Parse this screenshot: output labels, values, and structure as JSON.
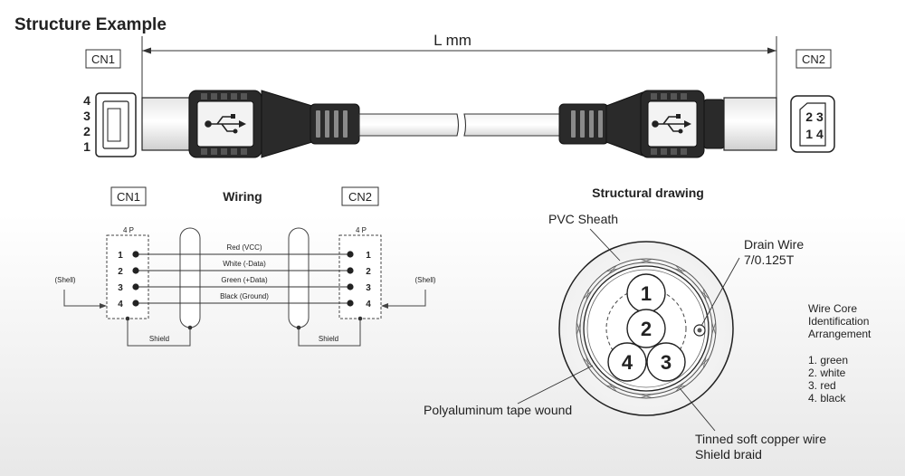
{
  "title": "Structure Example",
  "top": {
    "length_label": "L  mm",
    "cn1_label": "CN1",
    "cn2_label": "CN2",
    "cn1_pins": [
      "4",
      "3",
      "2",
      "1"
    ],
    "cn2_pins_top": "2 3",
    "cn2_pins_bottom": "1 4"
  },
  "wiring": {
    "title": "Wiring",
    "cn1_label": "CN1",
    "cn2_label": "CN2",
    "left_pin_count": "4 P",
    "right_pin_count": "4 P",
    "pins": [
      "1",
      "2",
      "3",
      "4"
    ],
    "wires": [
      "Red (VCC)",
      "White (-Data)",
      "Green (+Data)",
      "Black (Ground)"
    ],
    "left_shell": "(Shell)",
    "right_shell": "(Shell)",
    "left_shield": "Shield",
    "right_shield": "Shield"
  },
  "structural": {
    "title": "Structural drawing",
    "pvc_sheath": "PVC Sheath",
    "drain_wire": "Drain Wire",
    "drain_wire_spec": "7/0.125T",
    "tape": "Polyaluminum tape wound",
    "braid_line1": "Tinned soft copper wire",
    "braid_line2": "Shield braid",
    "cores": [
      "1",
      "2",
      "4",
      "3"
    ]
  },
  "identification": {
    "heading": [
      "Wire Core",
      "Identification",
      "Arrangement"
    ],
    "items": [
      "1. green",
      "2. white",
      "3. red",
      "4. black"
    ]
  }
}
